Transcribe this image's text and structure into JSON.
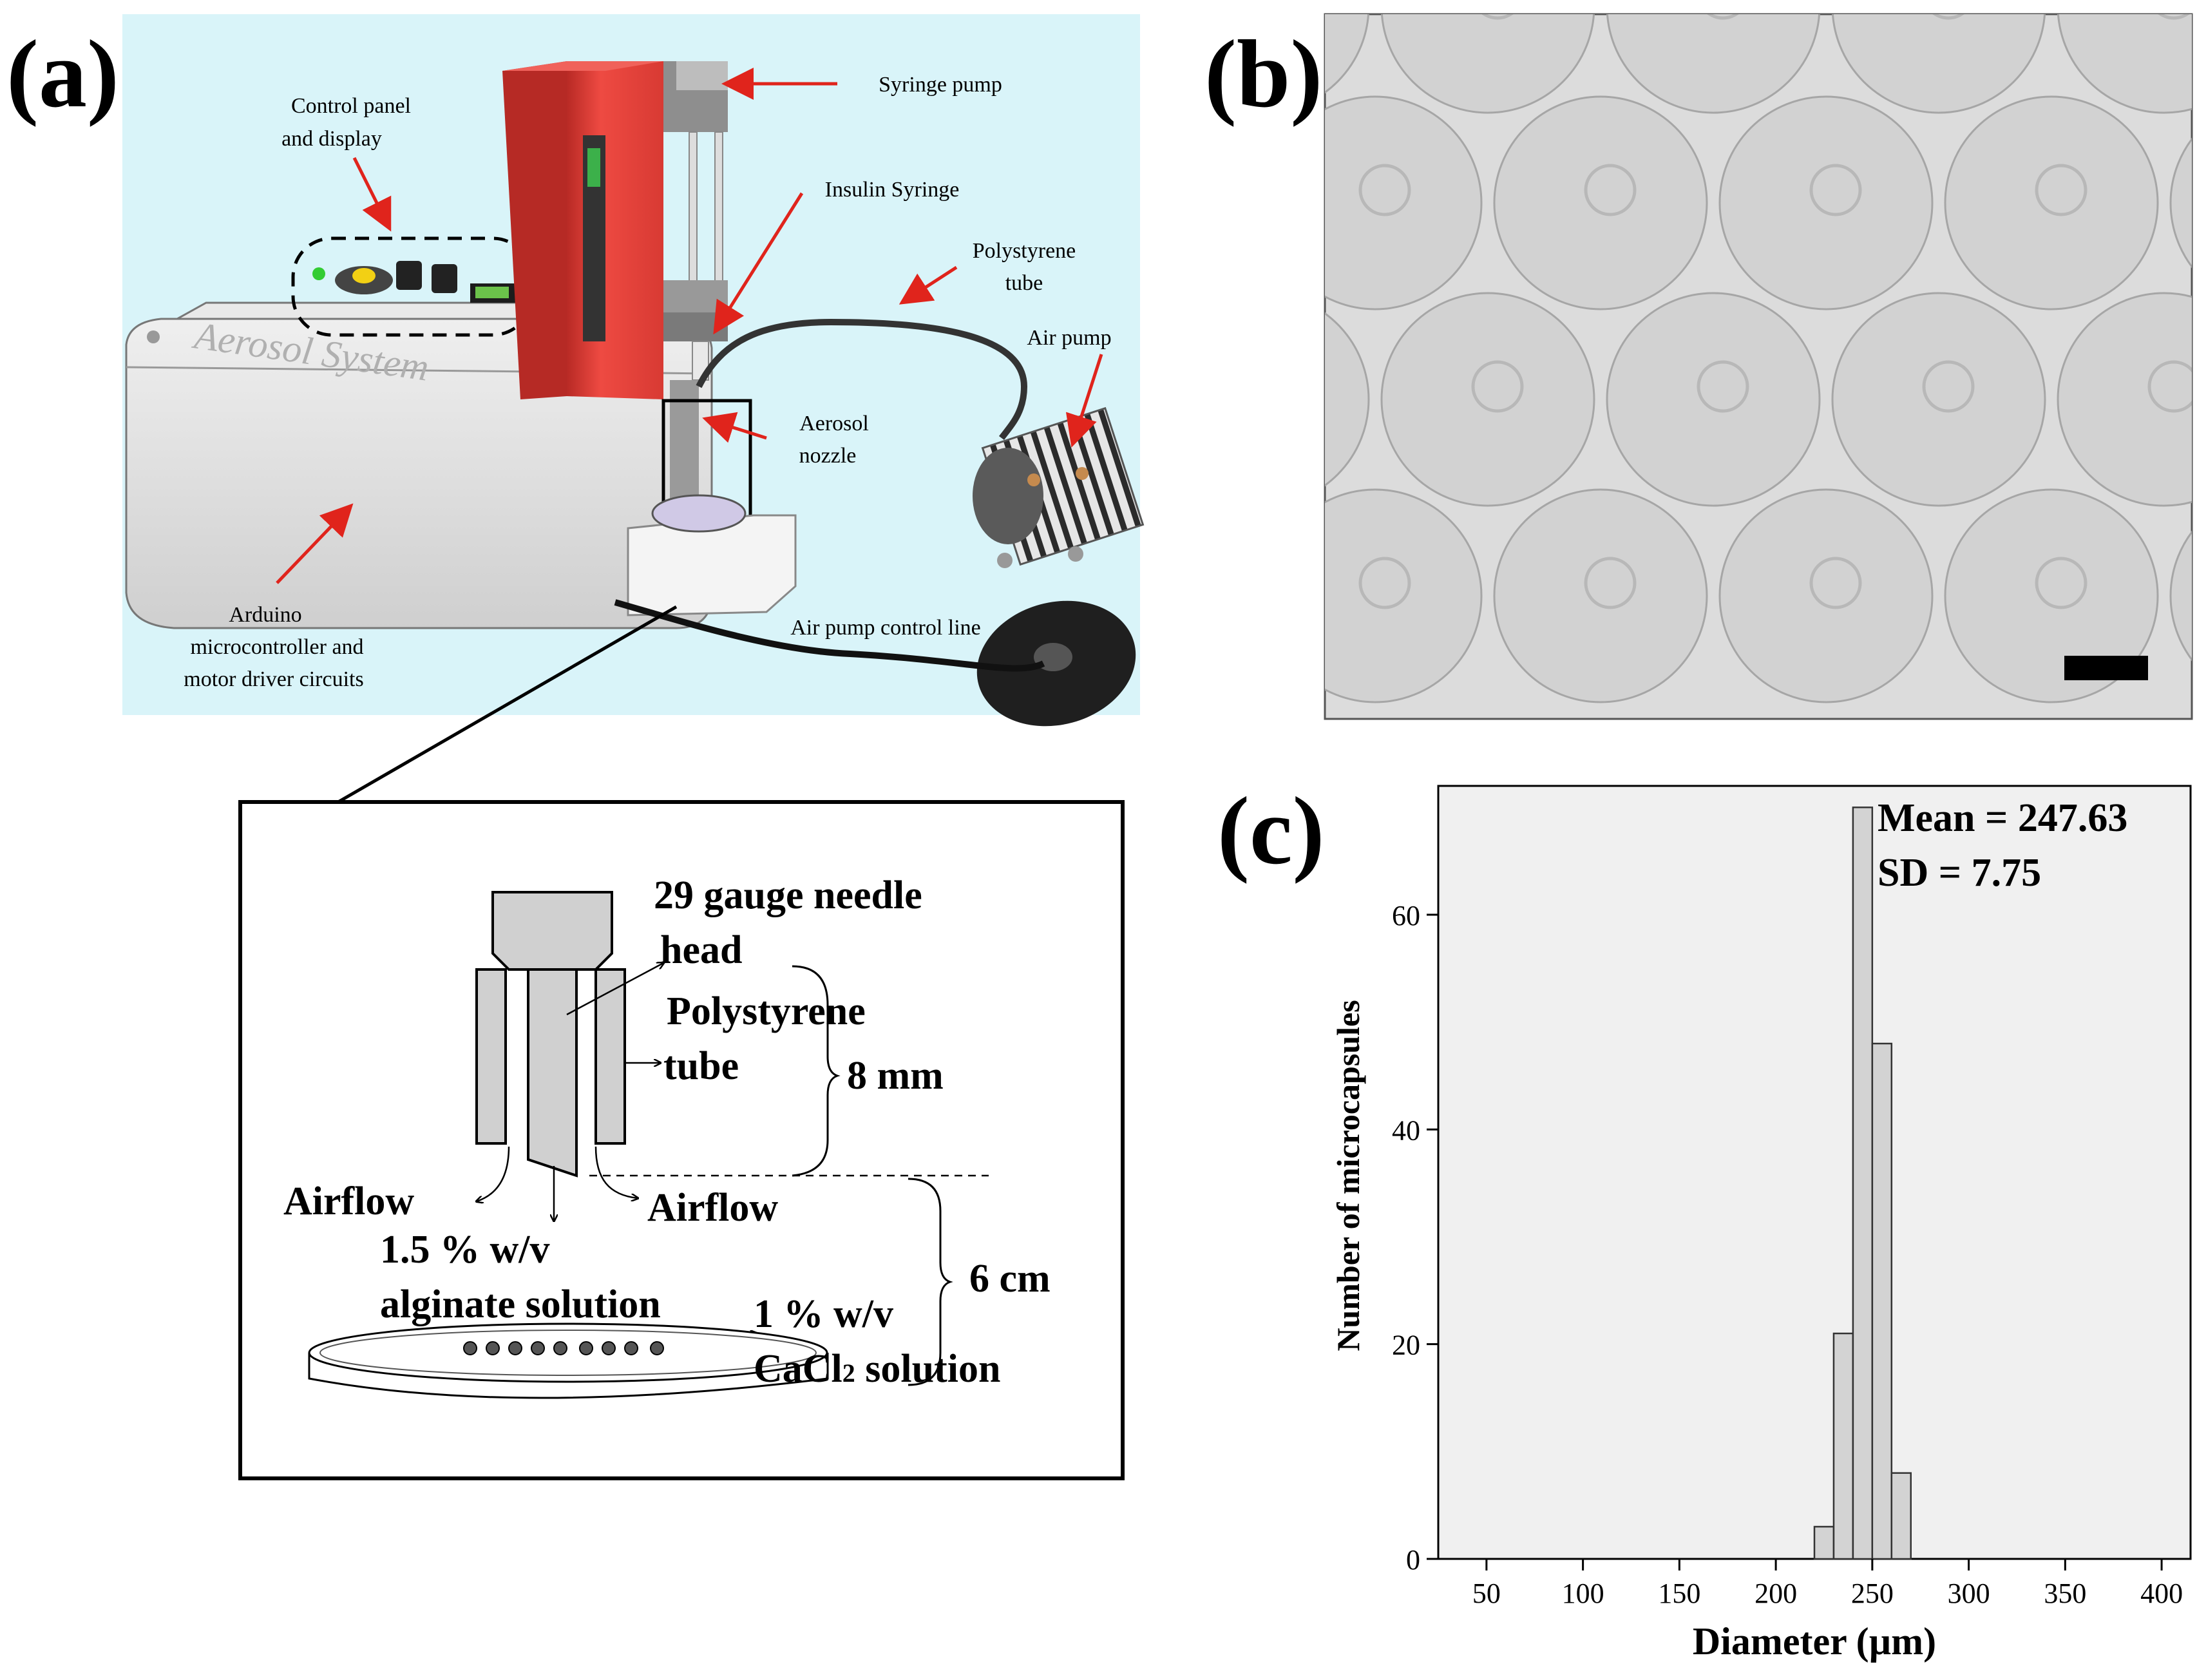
{
  "panel_labels": {
    "a": "(a)",
    "b": "(b)",
    "c": "(c)"
  },
  "device": {
    "callouts": {
      "control_panel_1": "Control panel",
      "control_panel_2": "and display",
      "syringe_pump": "Syringe pump",
      "insulin_syringe": "Insulin Syringe",
      "polystyrene_tube_1": "Polystyrene",
      "polystyrene_tube_2": "tube",
      "air_pump": "Air pump",
      "aerosol_nozzle_1": "Aerosol",
      "aerosol_nozzle_2": "nozzle",
      "arduino_1": "Arduino",
      "arduino_2": "microcontroller and",
      "arduino_3": "motor driver circuits",
      "air_pump_control_line": "Air pump control line",
      "case_lettering": "Aerosol System"
    },
    "colors": {
      "background": "#d9f4f9",
      "pump_body": "#e8463f",
      "arrow": "#e0241c",
      "box": "#dcdcdc"
    }
  },
  "nozzle_detail": {
    "needle_head_1": "29 gauge needle",
    "needle_head_2": "head",
    "tube_1": "Polystyrene",
    "tube_2": "tube",
    "length_8mm": "8 mm",
    "airflow_left": "Airflow",
    "airflow_right": "Airflow",
    "alginate_1": "1.5 % w/v",
    "alginate_2": "alginate solution",
    "cacl2_1": "1 % w/v",
    "cacl2_2a": "CaCl",
    "cacl2_2sub": "2",
    "cacl2_2b": " solution",
    "distance_6cm": "6 cm"
  },
  "micrograph": {
    "colors": {
      "background": "#dcdcdc",
      "scale_bar": "#000000"
    }
  },
  "chart_data": {
    "type": "bar",
    "title": "",
    "xlabel": "Diameter (µm)",
    "ylabel": "Number of microcapsules",
    "xlim": [
      25,
      415
    ],
    "ylim": [
      0,
      72
    ],
    "x_ticks": [
      50,
      100,
      150,
      200,
      250,
      300,
      350,
      400
    ],
    "y_ticks": [
      0,
      20,
      40,
      60
    ],
    "bin_width": 10,
    "bins": [
      {
        "x0": 220,
        "x1": 230,
        "value": 3
      },
      {
        "x0": 230,
        "x1": 240,
        "value": 21
      },
      {
        "x0": 240,
        "x1": 250,
        "value": 70
      },
      {
        "x0": 250,
        "x1": 260,
        "value": 48
      },
      {
        "x0": 260,
        "x1": 270,
        "value": 8
      }
    ],
    "annotation_mean": "Mean = 247.63",
    "annotation_sd": "SD = 7.75",
    "grid": false,
    "colors": {
      "plot_bg": "#f0f0f0",
      "bar_fill": "#d3d3d3",
      "bar_stroke": "#333333"
    }
  }
}
